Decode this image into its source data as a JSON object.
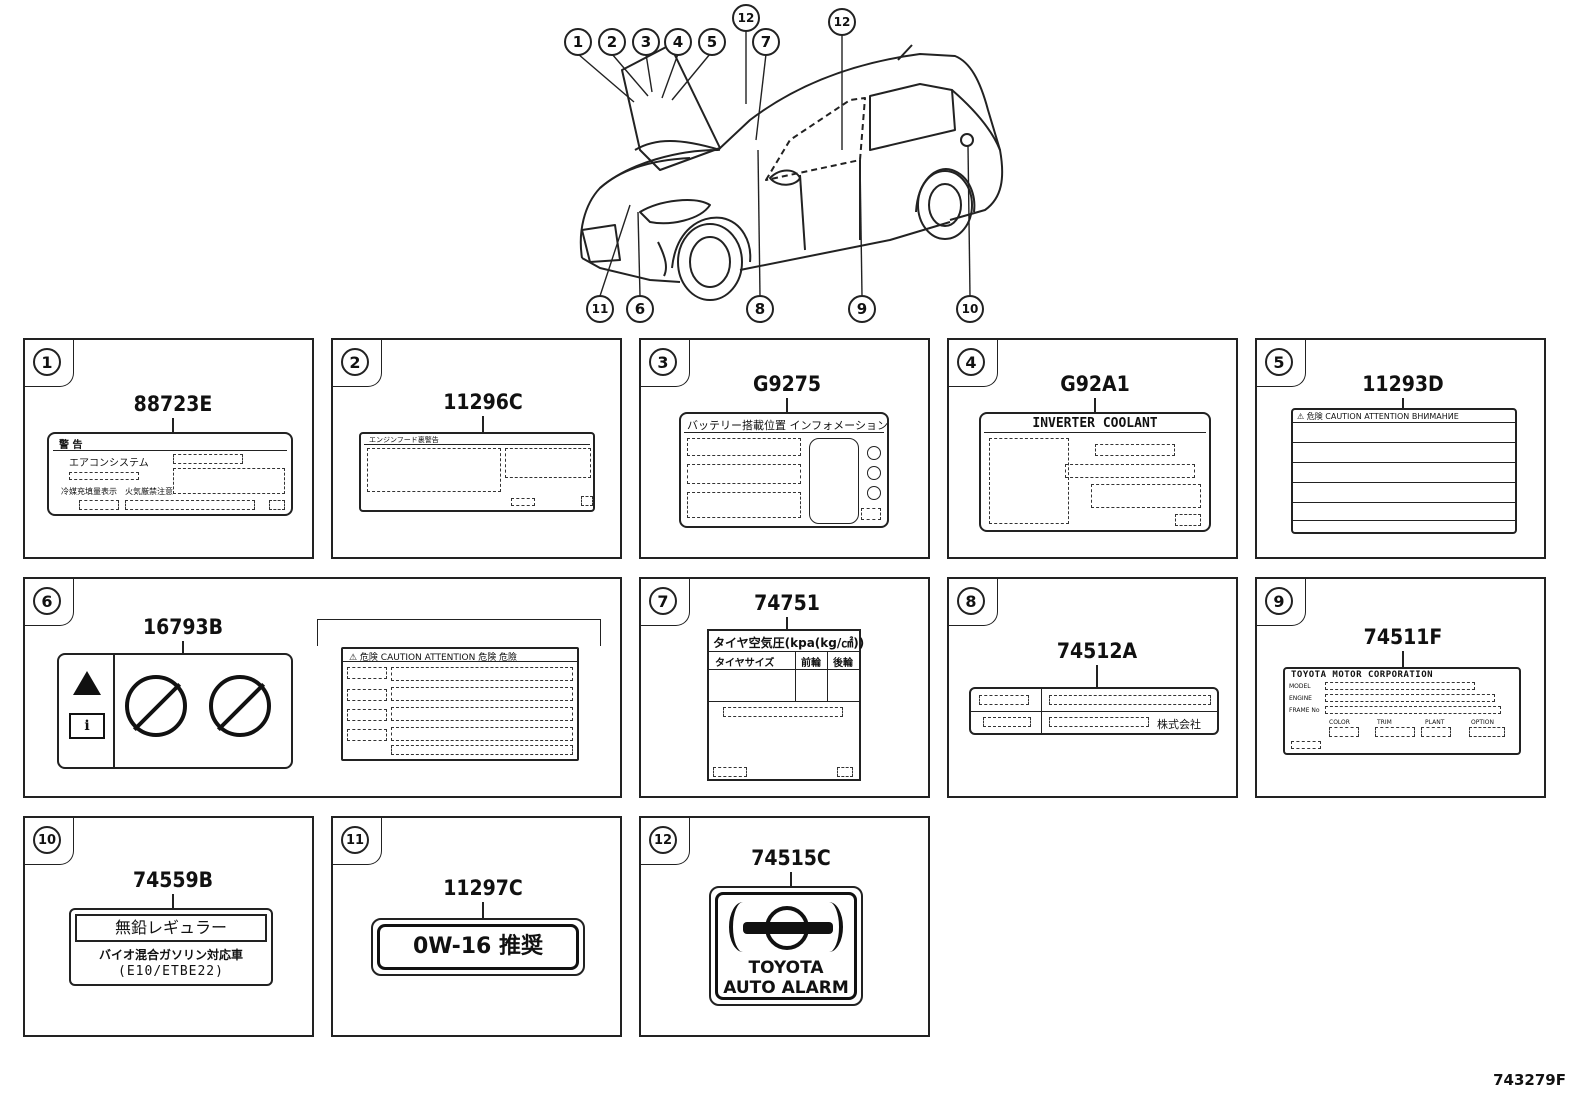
{
  "diagram_id": "743279F",
  "callouts": [
    "1",
    "2",
    "3",
    "4",
    "5",
    "6",
    "7",
    "8",
    "9",
    "10",
    "11",
    "12",
    "12"
  ],
  "panels": [
    {
      "num": "1",
      "part": "88723E",
      "warn": "警 告",
      "line1": "エアコンシステム",
      "foot": "冷媒充填量表示　火気厳禁注意"
    },
    {
      "num": "2",
      "part": "11296C",
      "head": "エンジンフード裏警告"
    },
    {
      "num": "3",
      "part": "G9275",
      "head": "バッテリー搭載位置 インフォメーション"
    },
    {
      "num": "4",
      "part": "G92A1",
      "head": "INVERTER COOLANT"
    },
    {
      "num": "5",
      "part": "11293D",
      "head": "⚠ 危険 CAUTION ATTENTION ВНИМАНИЕ"
    },
    {
      "num": "6",
      "part": "16793B",
      "head": "⚠ 危険 CAUTION ATTENTION 危険 危險"
    },
    {
      "num": "7",
      "part": "74751",
      "head": "タイヤ空気圧(kpa(kg/㎠))",
      "c1": "タイヤサイズ",
      "c2": "前輪",
      "c3": "後輪"
    },
    {
      "num": "8",
      "part": "74512A",
      "right_text": "株式会社"
    },
    {
      "num": "9",
      "part": "74511F",
      "head": "TOYOTA MOTOR CORPORATION",
      "r1": "MODEL",
      "r2": "ENGINE",
      "r3": "FRAME No",
      "f1": "COLOR",
      "f2": "TRIM",
      "f3": "PLANT",
      "f4": "OPTION"
    },
    {
      "num": "10",
      "part": "74559B",
      "line1": "無鉛レギュラー",
      "line2": "バイオ混合ガソリン対応車",
      "line3": "(E10/ETBE22)"
    },
    {
      "num": "11",
      "part": "11297C",
      "line1": "0W-16 推奨"
    },
    {
      "num": "12",
      "part": "74515C",
      "line1": "TOYOTA",
      "line2": "AUTO ALARM"
    }
  ]
}
